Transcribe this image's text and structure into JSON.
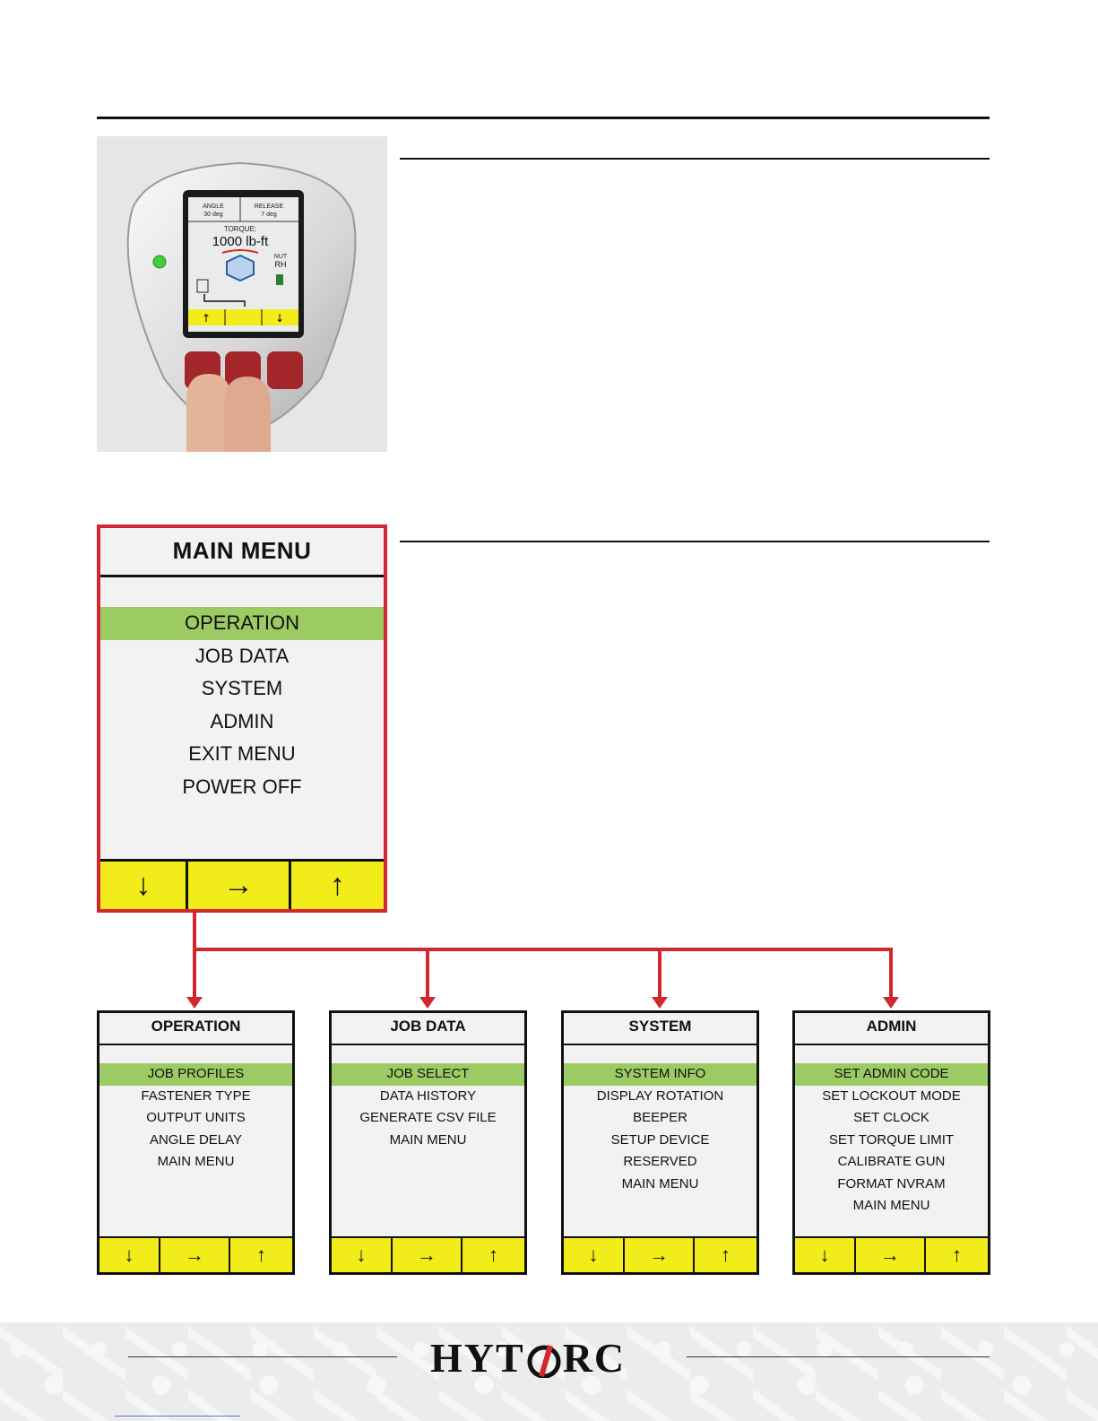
{
  "photo": {
    "screen": {
      "angle_label": "ANGLE",
      "angle_value": "30 deg",
      "release_label": "RELEASE",
      "release_value": "7 deg",
      "torque_label": "TORQUE:",
      "torque_value": "1000 lb-ft",
      "nut_label": "NUT",
      "nut_value": "RH"
    }
  },
  "main_menu": {
    "title": "MAIN MENU",
    "items": [
      "OPERATION",
      "JOB DATA",
      "SYSTEM",
      "ADMIN",
      "EXIT MENU",
      "POWER OFF"
    ],
    "selected_index": 0,
    "buttons": [
      "↓",
      "→",
      "↑"
    ]
  },
  "submenus": [
    {
      "title": "OPERATION",
      "items": [
        "JOB PROFILES",
        "FASTENER TYPE",
        "OUTPUT UNITS",
        "ANGLE DELAY",
        "MAIN MENU"
      ],
      "selected_index": 0,
      "buttons": [
        "↓",
        "→",
        "↑"
      ]
    },
    {
      "title": "JOB DATA",
      "items": [
        "JOB SELECT",
        "DATA HISTORY",
        "GENERATE CSV FILE",
        "MAIN MENU"
      ],
      "selected_index": 0,
      "buttons": [
        "↓",
        "→",
        "↑"
      ]
    },
    {
      "title": "SYSTEM",
      "items": [
        "SYSTEM INFO",
        "DISPLAY ROTATION",
        "BEEPER",
        "SETUP DEVICE",
        "RESERVED",
        "MAIN MENU"
      ],
      "selected_index": 0,
      "buttons": [
        "↓",
        "→",
        "↑"
      ]
    },
    {
      "title": "ADMIN",
      "items": [
        "SET ADMIN CODE",
        "SET LOCKOUT MODE",
        "SET CLOCK",
        "SET TORQUE LIMIT",
        "CALIBRATE GUN",
        "FORMAT NVRAM",
        "MAIN MENU"
      ],
      "selected_index": 0,
      "buttons": [
        "↓",
        "→",
        "↑"
      ]
    }
  ],
  "footer": {
    "logo_left": "HYT",
    "logo_right": "RC"
  },
  "colors": {
    "frame_red": "#d2272e",
    "selection_green": "#9dcb63",
    "button_yellow": "#f2ec1b"
  }
}
